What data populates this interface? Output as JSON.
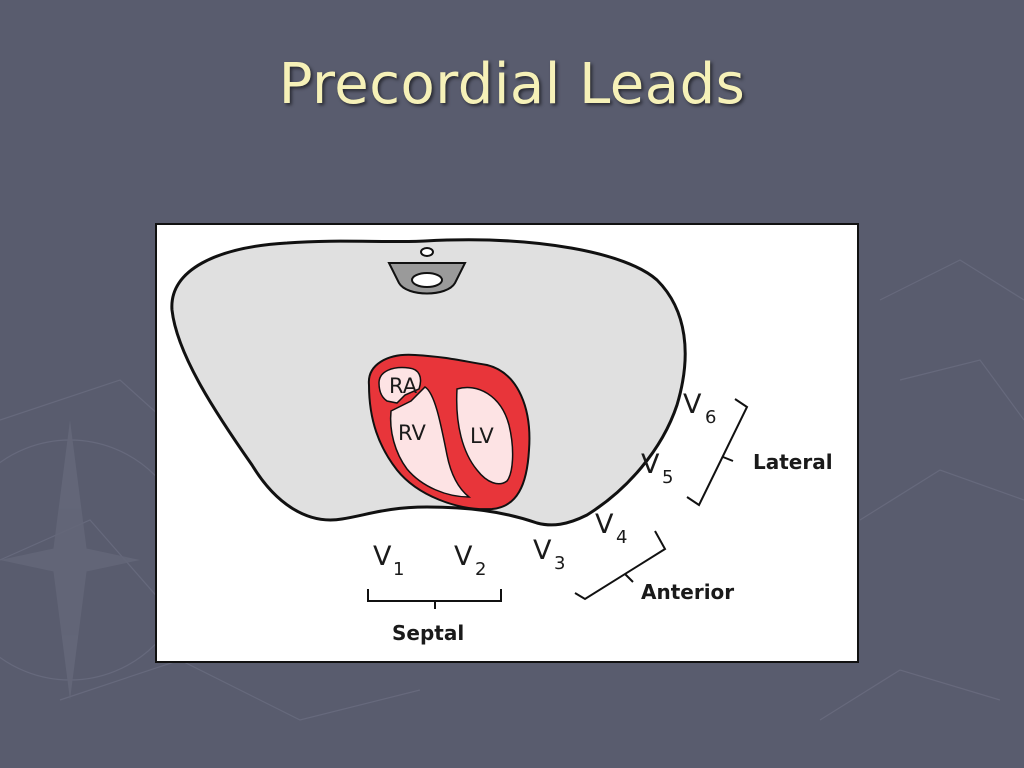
{
  "slide": {
    "title": "Precordial Leads"
  },
  "diagram": {
    "chambers": {
      "ra": "RA",
      "rv": "RV",
      "lv": "LV"
    },
    "leads": [
      {
        "id": "v1",
        "letter": "V",
        "sub": "1"
      },
      {
        "id": "v2",
        "letter": "V",
        "sub": "2"
      },
      {
        "id": "v3",
        "letter": "V",
        "sub": "3"
      },
      {
        "id": "v4",
        "letter": "V",
        "sub": "4"
      },
      {
        "id": "v5",
        "letter": "V",
        "sub": "5"
      },
      {
        "id": "v6",
        "letter": "V",
        "sub": "6"
      }
    ],
    "groups": {
      "septal": "Septal",
      "anterior": "Anterior",
      "lateral": "Lateral"
    },
    "colors": {
      "background": "#595c6e",
      "title": "#f6f1b8",
      "torso_fill": "#e0e0e0",
      "heart_wall": "#e8353a",
      "heart_cavity": "#fde3e4",
      "spine_fill": "#9a9a9a"
    }
  }
}
